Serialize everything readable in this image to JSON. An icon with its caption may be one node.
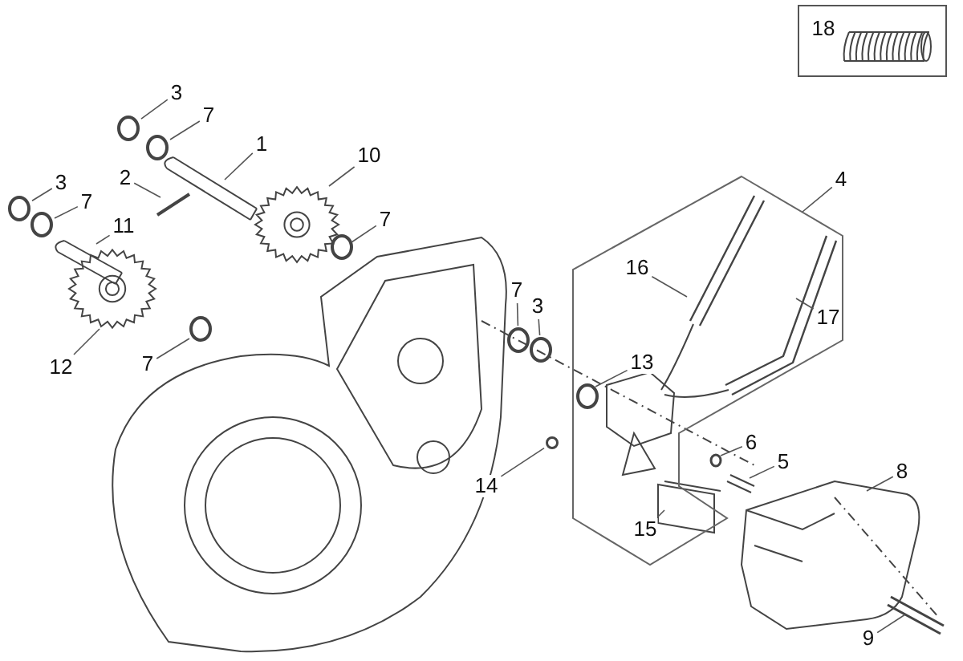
{
  "diagram": {
    "nodes": [
      {
        "text": [
          "18"
        ]
      },
      {
        "text": [
          "3"
        ]
      },
      {
        "text": [
          "7"
        ]
      },
      {
        "text": [
          "1"
        ]
      },
      {
        "text": [
          "10"
        ]
      },
      {
        "text": [
          "3"
        ]
      },
      {
        "text": [
          "7"
        ]
      },
      {
        "text": [
          "2"
        ]
      },
      {
        "text": [
          "11"
        ]
      },
      {
        "text": [
          "7"
        ]
      },
      {
        "text": [
          "4"
        ]
      },
      {
        "text": [],
        "shape": "box"
      },
      {
        "text": [
          "16"
        ],
        "in": 11
      },
      {
        "text": [
          "17"
        ],
        "in": 11
      },
      {
        "text": [
          "7"
        ]
      },
      {
        "text": [
          "3"
        ]
      },
      {
        "text": [
          "12"
        ]
      },
      {
        "text": [
          "7"
        ]
      },
      {
        "text": [
          "13"
        ],
        "in": 11
      },
      {
        "text": [
          "6"
        ]
      },
      {
        "text": [
          "5"
        ]
      },
      {
        "text": [
          "8"
        ]
      },
      {
        "text": [
          "14"
        ]
      },
      {
        "text": [
          "15"
        ],
        "in": 11
      },
      {
        "text": [
          "9"
        ]
      },
      {
        "text": [],
        "shape": "circle"
      },
      {
        "text": [],
        "shape": "circle"
      },
      {
        "text": [],
        "shape": "circle"
      },
      {
        "text": [],
        "shape": "circle"
      },
      {
        "text": [],
        "shape": "circle"
      },
      {
        "text": [],
        "shape": "circle"
      },
      {
        "text": [],
        "shape": "circle"
      }
    ],
    "edges": [
      {
        "from": 1,
        "to": 25,
        "arrow": "none"
      },
      {
        "from": 2,
        "to": 26,
        "arrow": "none"
      },
      {
        "from": 3,
        "to": null,
        "arrow": "none"
      },
      {
        "from": 4,
        "to": null,
        "arrow": "none"
      },
      {
        "from": 5,
        "to": 30,
        "arrow": "none"
      },
      {
        "from": 6,
        "to": 27,
        "arrow": "none"
      },
      {
        "from": 7,
        "to": null,
        "arrow": "none"
      },
      {
        "from": 8,
        "to": null,
        "arrow": "none"
      },
      {
        "from": 9,
        "to": null,
        "arrow": "none"
      },
      {
        "from": 10,
        "to": 11,
        "arrow": "none"
      },
      {
        "from": 12,
        "to": null,
        "arrow": "none"
      },
      {
        "from": 13,
        "to": null,
        "arrow": "none"
      },
      {
        "from": 14,
        "to": 28,
        "arrow": "none"
      },
      {
        "from": 15,
        "to": 31,
        "arrow": "none"
      },
      {
        "from": 16,
        "to": null,
        "arrow": "none"
      },
      {
        "from": 17,
        "to": null,
        "arrow": "none"
      },
      {
        "from": 18,
        "to": null,
        "arrow": "none"
      },
      {
        "from": 19,
        "to": null,
        "arrow": "none"
      },
      {
        "from": 20,
        "to": null,
        "arrow": "none"
      },
      {
        "from": 21,
        "to": null,
        "arrow": "none"
      },
      {
        "from": 22,
        "to": 29,
        "arrow": "none"
      },
      {
        "from": 23,
        "to": null,
        "arrow": "none"
      },
      {
        "from": 24,
        "to": null,
        "arrow": "none"
      }
    ]
  }
}
